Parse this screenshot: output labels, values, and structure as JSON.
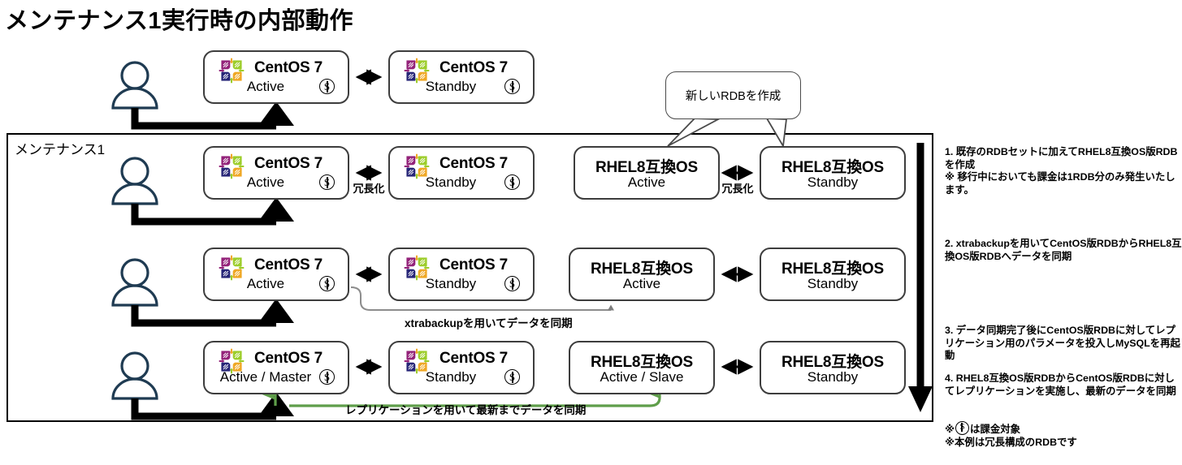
{
  "page": {
    "title": "メンテナンス1実行時の内部動作",
    "frame_label": "メンテナンス1"
  },
  "callout": {
    "text": "新しいRDBを作成"
  },
  "labels": {
    "redundancy": "冗長化",
    "xtrabackup_flow": "xtrabackupを用いてデータを同期",
    "replication_flow": "レプリケーションを用いて最新までデータを同期"
  },
  "rows": [
    {
      "id": "row-top",
      "outside_frame": true,
      "nodes": [
        {
          "os": "CentOS 7",
          "logo": "centos-logo",
          "role": "Active",
          "billed": true
        },
        {
          "os": "CentOS 7",
          "logo": "centos-logo",
          "role": "Standby",
          "billed": true
        }
      ]
    },
    {
      "id": "row-1",
      "outside_frame": false,
      "nodes": [
        {
          "os": "CentOS 7",
          "logo": "centos-logo",
          "role": "Active",
          "billed": true
        },
        {
          "os": "CentOS 7",
          "logo": "centos-logo",
          "role": "Standby",
          "billed": true
        },
        {
          "os": "RHEL8互換OS",
          "logo": null,
          "role": "Active",
          "billed": false
        },
        {
          "os": "RHEL8互換OS",
          "logo": null,
          "role": "Standby",
          "billed": false
        }
      ]
    },
    {
      "id": "row-2",
      "outside_frame": false,
      "nodes": [
        {
          "os": "CentOS 7",
          "logo": "centos-logo",
          "role": "Active",
          "billed": true
        },
        {
          "os": "CentOS 7",
          "logo": "centos-logo",
          "role": "Standby",
          "billed": true
        },
        {
          "os": "RHEL8互換OS",
          "logo": null,
          "role": "Active",
          "billed": false
        },
        {
          "os": "RHEL8互換OS",
          "logo": null,
          "role": "Standby",
          "billed": false
        }
      ]
    },
    {
      "id": "row-3",
      "outside_frame": false,
      "nodes": [
        {
          "os": "CentOS 7",
          "logo": "centos-logo",
          "role": "Active / Master",
          "billed": true
        },
        {
          "os": "CentOS 7",
          "logo": "centos-logo",
          "role": "Standby",
          "billed": true
        },
        {
          "os": "RHEL8互換OS",
          "logo": null,
          "role": "Active / Slave",
          "billed": false
        },
        {
          "os": "RHEL8互換OS",
          "logo": null,
          "role": "Standby",
          "billed": false
        }
      ]
    }
  ],
  "notes": {
    "n1": "1. 既存のRDBセットに加えてRHEL8互換OS版RDBを作成\n※ 移行中においても課金は1RDB分のみ発生いたします。",
    "n2": "2. xtrabackupを用いてCentOS版RDBからRHEL8互換OS版RDBへデータを同期",
    "n3": "3. データ同期完了後にCentOS版RDBに対してレプリケーション用のパラメータを投入しMySQLを再起動",
    "n4": "4. RHEL8互換OS版RDBからCentOS版RDBに対してレプリケーションを実施し、最新のデータを同期",
    "legend_billing_suffix": "は課金対象",
    "legend_note": "※本例は冗長構成のRDBです"
  },
  "colors": {
    "person": "#1f3b52",
    "box_border": "#3d3d3d",
    "arrow_black": "#000000",
    "arrow_gray": "#8c8c8c",
    "arrow_green": "#5f9e4a",
    "centos_purple": "#932279",
    "centos_green": "#9ccd2a",
    "centos_orange": "#efa724",
    "centos_blue": "#262577"
  }
}
